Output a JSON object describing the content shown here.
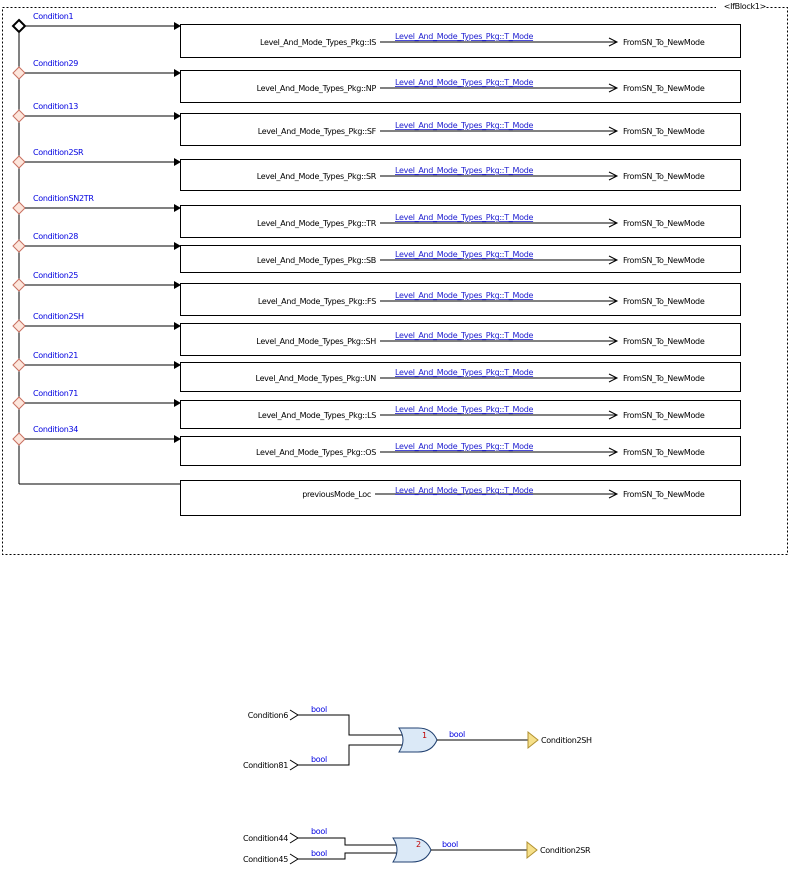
{
  "ifblock": {
    "title": "<IfBlock1>",
    "rows": [
      {
        "condition": "Condition1",
        "value": "Level_And_Mode_Types_Pkg::IS",
        "type": "Level_And_Mode_Types_Pkg::T_Mode",
        "output": "FromSN_To_NewMode"
      },
      {
        "condition": "Condition29",
        "value": "Level_And_Mode_Types_Pkg::NP",
        "type": "Level_And_Mode_Types_Pkg::T_Mode",
        "output": "FromSN_To_NewMode"
      },
      {
        "condition": "Condition13",
        "value": "Level_And_Mode_Types_Pkg::SF",
        "type": "Level_And_Mode_Types_Pkg::T_Mode",
        "output": "FromSN_To_NewMode"
      },
      {
        "condition": "Condition2SR",
        "value": "Level_And_Mode_Types_Pkg::SR",
        "type": "Level_And_Mode_Types_Pkg::T_Mode",
        "output": "FromSN_To_NewMode"
      },
      {
        "condition": "ConditionSN2TR",
        "value": "Level_And_Mode_Types_Pkg::TR",
        "type": "Level_And_Mode_Types_Pkg::T_Mode",
        "output": "FromSN_To_NewMode"
      },
      {
        "condition": "Condition28",
        "value": "Level_And_Mode_Types_Pkg::SB",
        "type": "Level_And_Mode_Types_Pkg::T_Mode",
        "output": "FromSN_To_NewMode"
      },
      {
        "condition": "Condition25",
        "value": "Level_And_Mode_Types_Pkg::FS",
        "type": "Level_And_Mode_Types_Pkg::T_Mode",
        "output": "FromSN_To_NewMode"
      },
      {
        "condition": "Condition2SH",
        "value": "Level_And_Mode_Types_Pkg::SH",
        "type": "Level_And_Mode_Types_Pkg::T_Mode",
        "output": "FromSN_To_NewMode"
      },
      {
        "condition": "Condition21",
        "value": "Level_And_Mode_Types_Pkg::UN",
        "type": "Level_And_Mode_Types_Pkg::T_Mode",
        "output": "FromSN_To_NewMode"
      },
      {
        "condition": "Condition71",
        "value": "Level_And_Mode_Types_Pkg::LS",
        "type": "Level_And_Mode_Types_Pkg::T_Mode",
        "output": "FromSN_To_NewMode"
      },
      {
        "condition": "Condition34",
        "value": "Level_And_Mode_Types_Pkg::OS",
        "type": "Level_And_Mode_Types_Pkg::T_Mode",
        "output": "FromSN_To_NewMode"
      }
    ],
    "else_row": {
      "value": "previousMode_Loc",
      "type": "Level_And_Mode_Types_Pkg::T_Mode",
      "output": "FromSN_To_NewMode"
    }
  },
  "gates": [
    {
      "number": "1",
      "inputs": [
        {
          "name": "Condition6",
          "type": "bool"
        },
        {
          "name": "Condition81",
          "type": "bool"
        }
      ],
      "output_type": "bool",
      "output": "Condition2SH"
    },
    {
      "number": "2",
      "inputs": [
        {
          "name": "Condition44",
          "type": "bool"
        },
        {
          "name": "Condition45",
          "type": "bool"
        }
      ],
      "output_type": "bool",
      "output": "Condition2SR"
    }
  ],
  "colors": {
    "condition_text": "#0000e0",
    "type_text": "#2020d0",
    "diamond_fill": "#fde6dc",
    "diamond_stroke": "#c87060",
    "gate_fill": "#dbe9f7",
    "gate_stroke": "#204070",
    "output_arrow_fill": "#f6e08a",
    "gate_number": "#c00000"
  }
}
